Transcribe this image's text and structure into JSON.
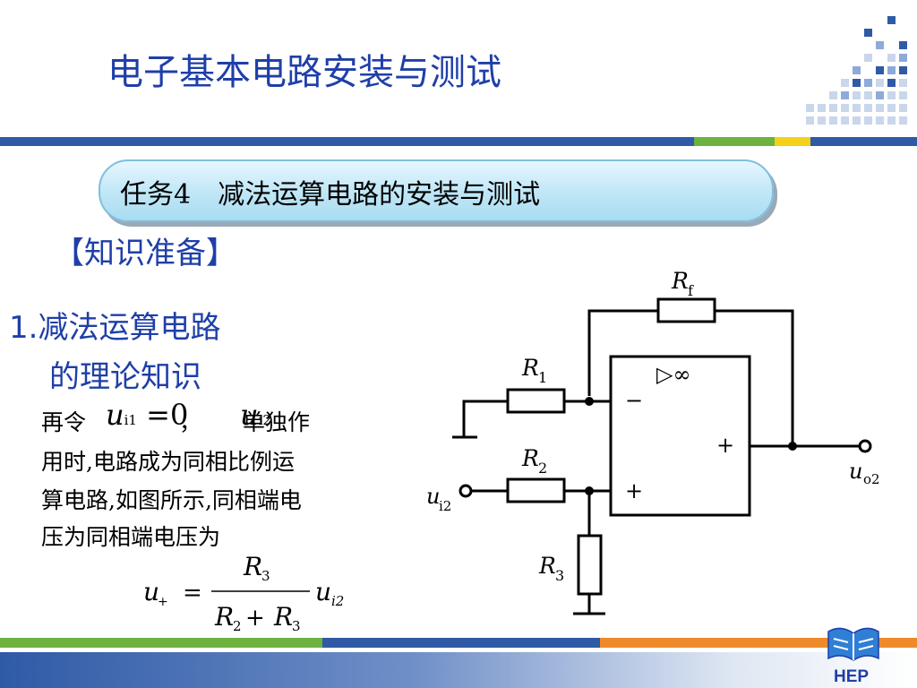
{
  "header": {
    "title": "电子基本电路安装与测试"
  },
  "task": {
    "title": "任务4　减法运算电路的安装与测试"
  },
  "section": {
    "label": "【知识准备】",
    "subtitle_line1": "1.减法运算电路",
    "subtitle_line2": "的理论知识"
  },
  "body": {
    "line1_prefix": "再令",
    "line1_mid": "，",
    "line1_suffix": "单独作",
    "line2": "用时,电路成为同相比例运",
    "line3": "算电路,如图所示,同相端电",
    "line4": "压为同相端电压为",
    "ui1_expr": "u",
    "ui1_sub": "i1",
    "ui1_eq": " =0",
    "ui2_expr": "u",
    "ui2_sub": "i2"
  },
  "formula": {
    "lhs": "u",
    "lhs_sub": "+",
    "eq": "=",
    "num": "R",
    "num_sub": "3",
    "den_a": "R",
    "den_a_sub": "2",
    "den_plus": "+",
    "den_b": "R",
    "den_b_sub": "3",
    "rhs": "u",
    "rhs_sub": "i2"
  },
  "circuit": {
    "rf": "R",
    "rf_sub": "f",
    "r1": "R",
    "r1_sub": "1",
    "r2": "R",
    "r2_sub": "2",
    "r3": "R",
    "r3_sub": "3",
    "opamp": "▷∞",
    "minus": "−",
    "plus_out": "+",
    "plus_in": "+",
    "out_label": "u",
    "out_sub": "o2",
    "in_label": "u",
    "in_sub": "i2"
  },
  "logo": {
    "text": "HEP"
  },
  "colors": {
    "title_blue": "#1f3fa8",
    "band_blue": "#2f5aa6",
    "band_green": "#6db23f",
    "band_yellow": "#f5d11a",
    "band_orange": "#ef8a2a",
    "pill_blue": "#bfe6f6"
  }
}
